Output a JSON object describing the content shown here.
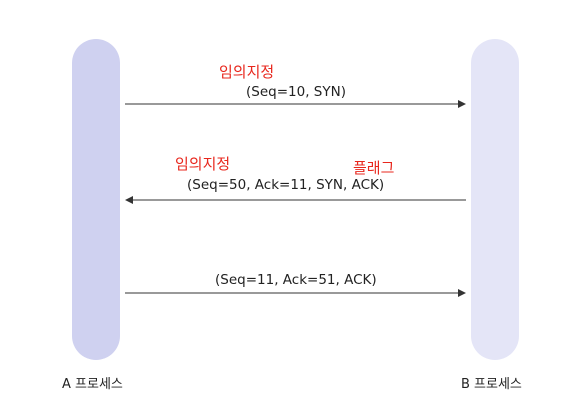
{
  "processes": {
    "a": "A 프로세스",
    "b": "B 프로세스"
  },
  "messages": [
    {
      "annotation": "임의지정",
      "label": "(Seq=10, SYN)",
      "direction": "A→B"
    },
    {
      "annotation": "임의지정",
      "annotation2": "플래그",
      "label": "(Seq=50, Ack=11, SYN, ACK)",
      "direction": "B→A"
    },
    {
      "label": "(Seq=11, Ack=51, ACK)",
      "direction": "A→B"
    }
  ],
  "colors": {
    "lane_a": "#cfd1f0",
    "lane_b": "#e4e5f7",
    "annotation": "#e8271d",
    "arrow": "#333333"
  }
}
